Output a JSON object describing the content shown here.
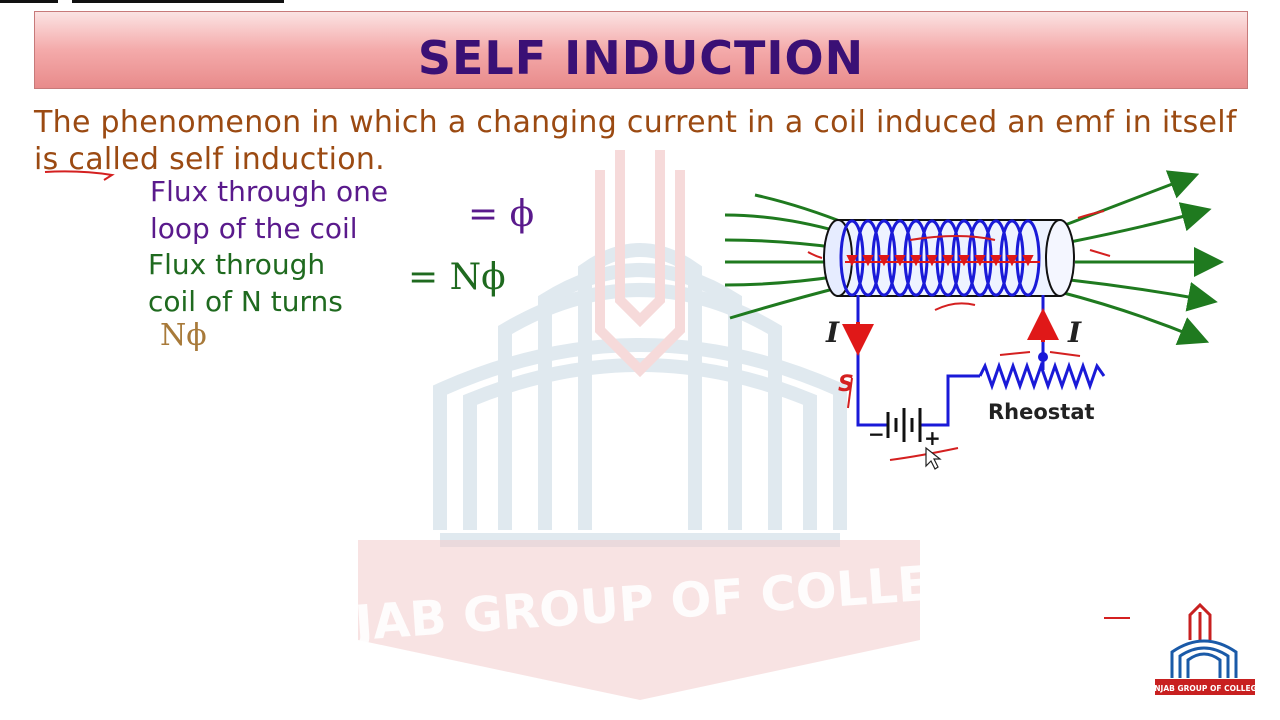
{
  "slide": {
    "title": "SELF INDUCTION",
    "definition": "The phenomenon in which a changing current in a coil induced an emf in itself is called self induction.",
    "flux_one_loop": {
      "line1": "Flux through one",
      "line2": "loop of  the coil",
      "formula": "= ϕ"
    },
    "flux_n_turns": {
      "line1": "Flux through",
      "line2": "coil of N turns",
      "formula": "= Nϕ"
    },
    "partial_formula": "Nϕ"
  },
  "diagram": {
    "current_label_left": "I",
    "current_label_right": "I",
    "rheostat_label": "Rheostat",
    "battery_minus": "−",
    "battery_plus": "+",
    "switch_label": "S"
  },
  "watermark": {
    "text": "PUNJAB GROUP OF COLLEGES"
  },
  "logo": {
    "text": "PUNJAB GROUP OF COLLEGES"
  },
  "colors": {
    "title": "#3a1075",
    "definition": "#9b4a12",
    "flux_text": "#5a1a8c",
    "green_text": "#1f6a1f",
    "field_lines": "#1f7a1f",
    "coil": "#1a1ad8",
    "annotation": "#d42020"
  }
}
